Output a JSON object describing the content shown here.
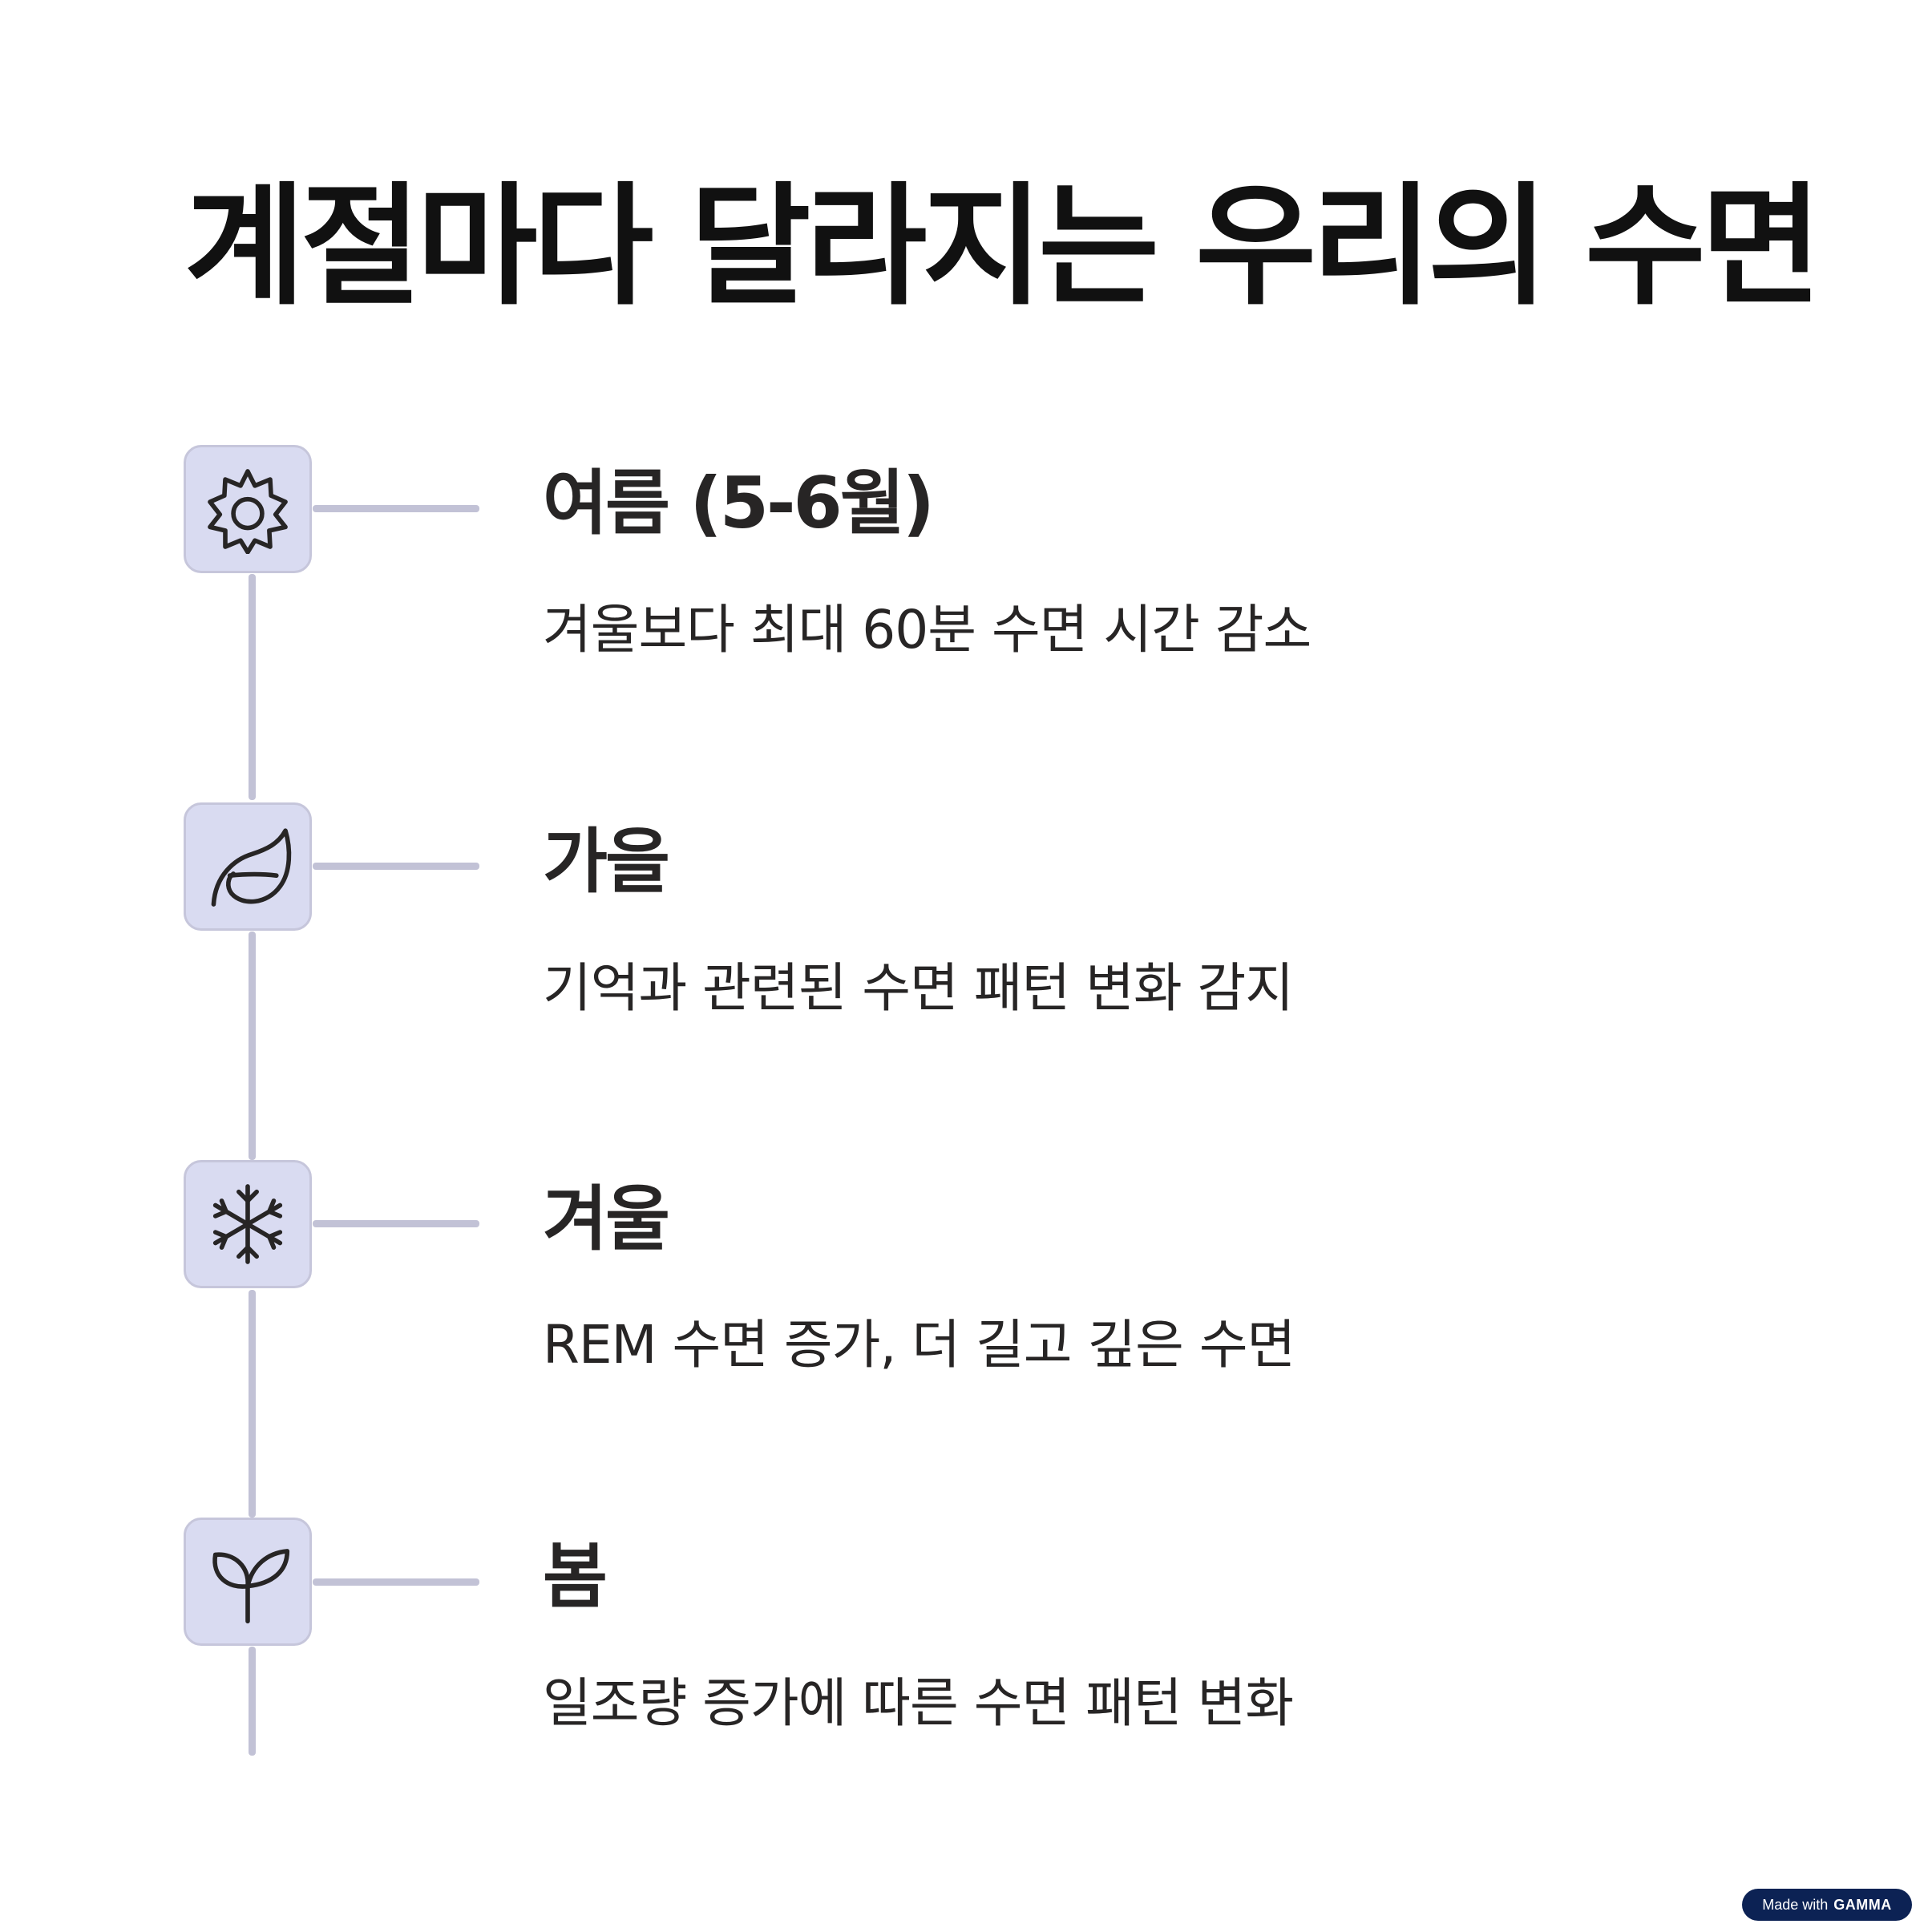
{
  "title": "계절마다 달라지는 우리의 수면",
  "seasons": [
    {
      "title": "여름 (5-6월)",
      "description": "겨울보다 최대 60분 수면 시간 감소",
      "icon": "sun-icon"
    },
    {
      "title": "가을",
      "description": "기억과 관련된 수면 패턴 변화 감지",
      "icon": "leaf-icon"
    },
    {
      "title": "겨울",
      "description": "REM 수면 증가, 더 길고 깊은 수면",
      "icon": "snowflake-icon"
    },
    {
      "title": "봄",
      "description": "일조량 증가에 따른 수면 패턴 변화",
      "icon": "sprout-icon"
    }
  ],
  "badge": {
    "prefix": "Made with",
    "brand": "GAMMA"
  },
  "colors": {
    "icon_box_bg": "#d9dbf1",
    "line": "#c2c2d6",
    "text": "#272525",
    "badge_bg": "#0c2254"
  }
}
